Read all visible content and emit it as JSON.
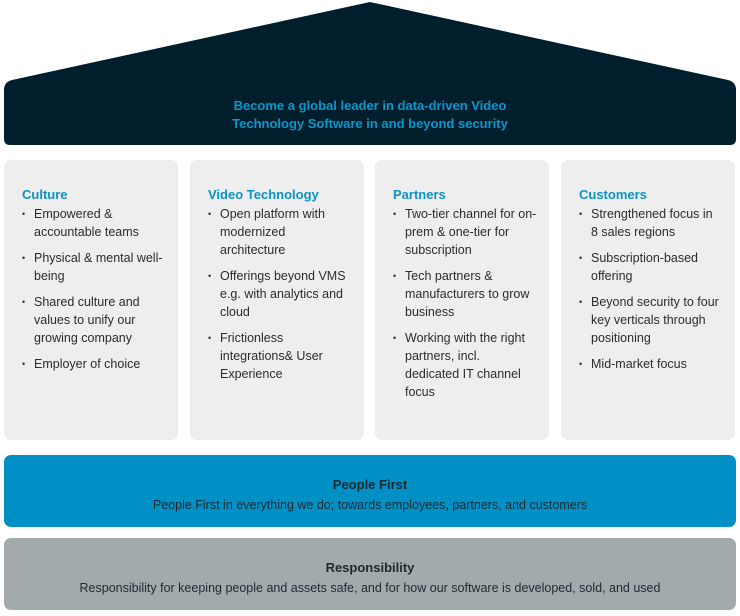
{
  "vision": {
    "line1": "Become a global leader in data-driven Video",
    "line2": "Technology Software in and beyond security"
  },
  "pillars": [
    {
      "title": "Culture",
      "items": [
        "Empowered & accountable teams",
        "Physical & mental well-being",
        "Shared culture and values to unify our growing company",
        "Employer of choice"
      ]
    },
    {
      "title": "Video Technology",
      "items": [
        "Open platform with modernized architecture",
        "Offerings beyond VMS e.g. with analytics and cloud",
        "Frictionless integrations& User Experience"
      ]
    },
    {
      "title": "Partners",
      "items": [
        "Two-tier channel for on-prem & one-tier for subscription",
        "Tech partners & manufacturers to grow business",
        "Working with the right partners, incl. dedicated IT channel focus"
      ]
    },
    {
      "title": "Customers",
      "items": [
        "Strengthened focus in 8 sales regions",
        "Subscription-based offering",
        "Beyond security to four key verticals through positioning",
        "Mid-market focus"
      ]
    }
  ],
  "people_first": {
    "title": "People First",
    "description": "People First in everything we do; towards employees, partners, and customers"
  },
  "responsibility": {
    "title": "Responsibility",
    "description": "Responsibility for keeping people and assets safe, and for how our software is developed, sold, and used"
  },
  "colors": {
    "roof": "#011e2c",
    "accent": "#0a97cc",
    "people_first": "#0090c6",
    "responsibility": "#a2aaab",
    "card": "#eeeeee"
  }
}
